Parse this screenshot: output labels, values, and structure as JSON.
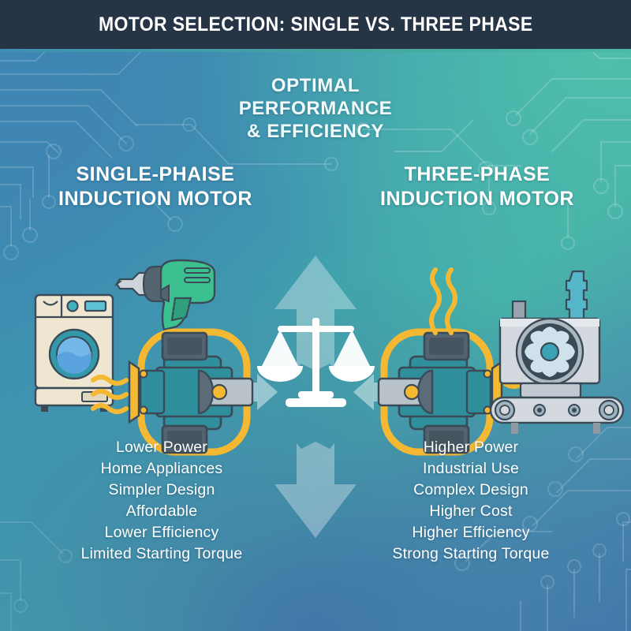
{
  "header": {
    "title": "MOTOR SELECTION: SINGLE vs. THREE PHASE",
    "bar_color": "#263545",
    "accent_color": "#45a59e"
  },
  "center": {
    "optimal_line1": "OPTIMAL",
    "optimal_line2": "PERFORMANCE",
    "optimal_line3": "& EFFICIENCY",
    "balance_icon": "balance-scale-icon"
  },
  "left": {
    "heading_line1": "SINGLE-PHAISE",
    "heading_line2": "INDUCTION MOTOR",
    "appliance_icon": "washing-machine-icon",
    "tool_icon": "power-drill-icon",
    "motor_icon": "single-phase-motor-icon",
    "features": [
      "Lower Power",
      "Home Appliances",
      "Simpler Design",
      "Affordable",
      "Lower Efficiency",
      "Limited Starting Torque"
    ]
  },
  "right": {
    "heading_line1": "THREE-PHASE",
    "heading_line2": "INDUCTION MOTOR",
    "machine_icon": "industrial-fan-machine-icon",
    "motor_icon": "three-phase-motor-icon",
    "features": [
      "Higher Power",
      "Industrial Use",
      "Complex Design",
      "Higher Cost",
      "Higher Efficiency",
      "Strong Starting Torque"
    ]
  },
  "arrows": {
    "up": "arrow-up-icon",
    "down": "arrow-down-icon",
    "left_to_center": "arrow-right-icon",
    "right_to_center": "arrow-left-icon"
  },
  "palette": {
    "background_teal": "#4bb9a8",
    "background_blue": "#3f86b2",
    "background_bottom_blue": "#4177a8",
    "motor_body": "#2f8f9c",
    "motor_ring": "#f5b833",
    "motor_dark": "#3b4a57",
    "appliance_cream": "#efe6d2",
    "appliance_blue": "#5fa9de",
    "drill_green": "#35b894",
    "machine_gray": "#c6ccd2",
    "arrow_fill": "#cfe3ee",
    "text_white": "#ffffff"
  }
}
